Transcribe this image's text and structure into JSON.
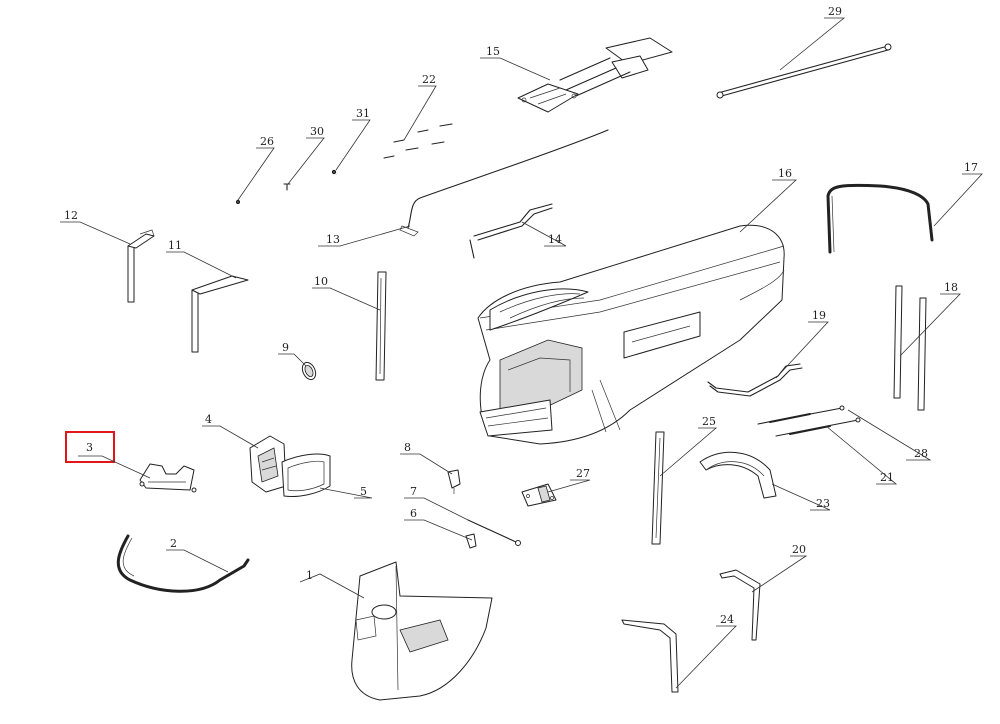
{
  "highlight": {
    "callout": "3",
    "color": "#e0161b"
  },
  "callouts": [
    "1",
    "2",
    "3",
    "4",
    "5",
    "6",
    "7",
    "8",
    "9",
    "10",
    "11",
    "12",
    "13",
    "14",
    "15",
    "16",
    "17",
    "18",
    "19",
    "20",
    "21",
    "22",
    "23",
    "24",
    "25",
    "26",
    "27",
    "28",
    "29",
    "30",
    "31"
  ]
}
